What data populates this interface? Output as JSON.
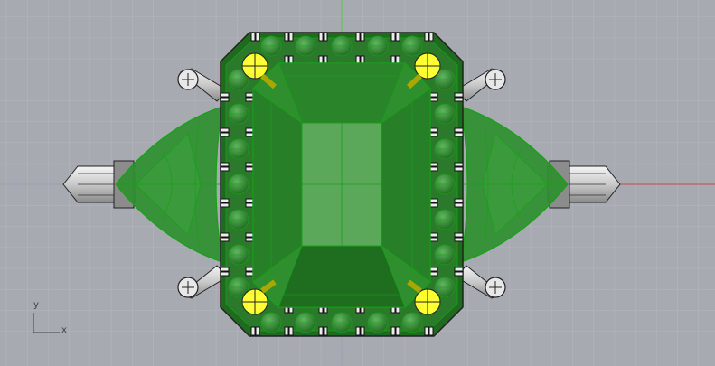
{
  "viewport": {
    "view": "top",
    "background_color": "#a7abb1",
    "grid_minor_color": "#b4b7bc",
    "grid_major_color": "#98a0aa",
    "x_axis_color": "#c94a4a",
    "y_axis_color": "#5cbf5c"
  },
  "widget": {
    "x_label": "x",
    "y_label": "y"
  },
  "model": {
    "gem_color": "#2f8f2f",
    "gem_light": "#5ba85b",
    "gem_dark": "#1f6e1f",
    "wire_color": "#18a018",
    "metal_color": "#e6e6e6",
    "selected_color": "#ffff33",
    "pave_stone_count_per_side": 5
  }
}
